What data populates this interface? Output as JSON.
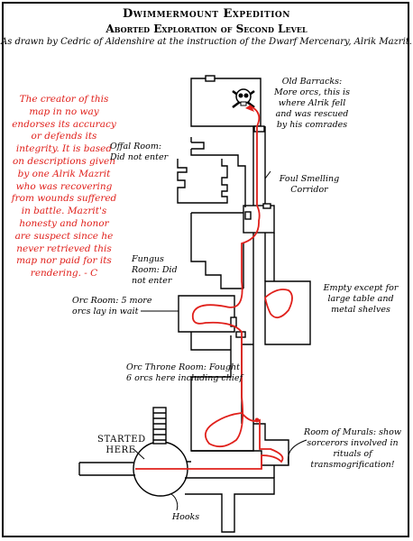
{
  "map": {
    "title": "Dwimmermount Expedition",
    "subtitle": "Aborted Exploration of Second Level",
    "credit": "As drawn by Cedric of Aldenshire at the instruction of the Dwarf Mercenary, Alrik Mazrit.",
    "disclaimer": "The creator of this map in no way endorses its accuracy or defends its integrity. It is based on descriptions given by one Alrik Mazrit who was recovering from wounds suffered in battle. Mazrit's honesty and honor are suspect since he never retrieved this map nor paid for its rendering. - C",
    "labels": {
      "old_barracks": "Old Barracks: More orcs, this is where Alrik fell and was rescued by his comrades",
      "offal_room": "Offal Room: Did not enter",
      "foul_corridor": "Foul Smelling Corridor",
      "fungus_room": "Fungus Room: Did not enter",
      "orc_room": "Orc Room: 5 more orcs lay in wait",
      "empty_room": "Empty except for large table and metal shelves",
      "orc_throne": "Orc Throne Room: Fought 6 orcs here including chief",
      "murals": "Room of Murals: show sorcerors involved in rituals of transmogrification!",
      "hooks": "Hooks",
      "started_here": "STARTED HERE"
    },
    "colors": {
      "route": "#e0201b",
      "ink": "#000000",
      "disclaimer": "#e0201b"
    },
    "icons": [
      "skull-crossbones-icon",
      "stairs-icon"
    ]
  }
}
